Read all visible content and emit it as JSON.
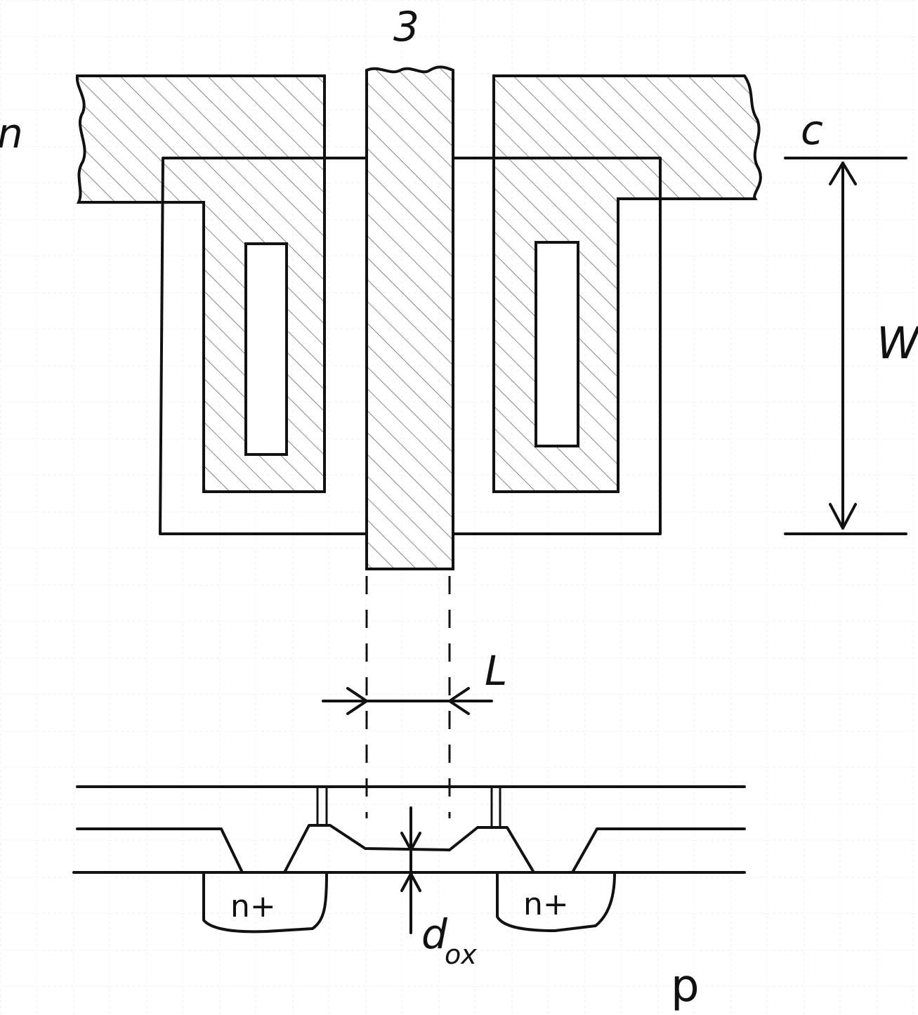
{
  "labels": {
    "left_edge": "n",
    "top_gate": "3",
    "contact_right": "c",
    "width_dim": "W",
    "length_dim": "L",
    "oxide_thickness": "d",
    "oxide_subscript": "ox",
    "source_region": "n+",
    "drain_region": "n+",
    "substrate": "p"
  },
  "colors": {
    "ink": "#111111",
    "paper": "#ffffff",
    "grid": "#d8d8d8"
  }
}
